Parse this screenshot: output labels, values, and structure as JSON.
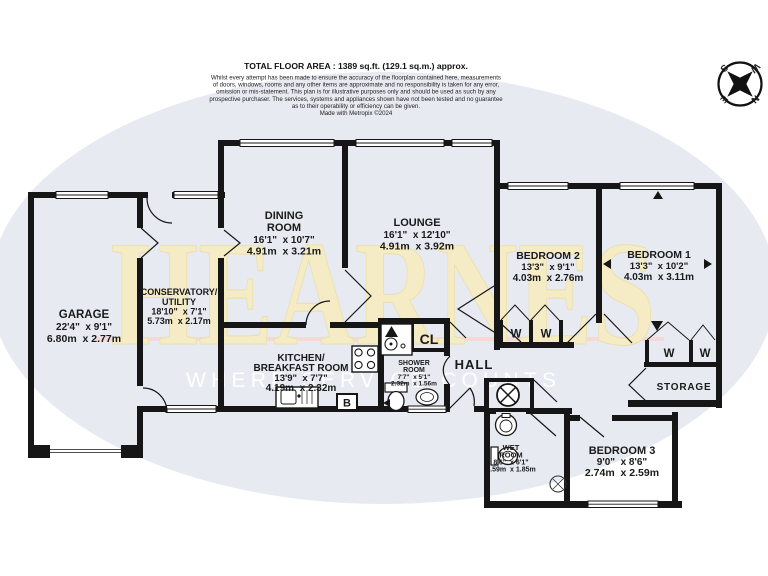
{
  "header": {
    "total_area": "TOTAL FLOOR AREA : 1389 sq.ft. (129.1 sq.m.) approx.",
    "disclaimer": [
      "Whilst every attempt has been made to ensure the accuracy of the floorplan contained here, measurements",
      "of doors, windows, rooms and any other items are approximate and no responsibility is taken for any error,",
      "omission or mis-statement. This plan is for illustrative purposes only and should be used as such by any",
      "prospective purchaser. The services, systems and appliances shown have not been tested and no guarantee",
      "as to their operability or efficiency can be given.",
      "Made with Metropix ©2024"
    ]
  },
  "watermark": {
    "brand": "HEARNES",
    "tagline": "WHERE SERVICE COUNTS"
  },
  "compass": {
    "n": "N",
    "e": "E",
    "s": "S",
    "w": "W"
  },
  "rooms": {
    "garage": {
      "name": "GARAGE",
      "imperial": "22'4\"  x 9'1\"",
      "metric": "6.80m  x 2.77m"
    },
    "conservatory_utility": {
      "name1": "CONSERVATORY/",
      "name2": "UTILITY",
      "imperial": "18'10\"  x 7'1\"",
      "metric": "5.73m  x 2.17m"
    },
    "dining_room": {
      "name1": "DINING",
      "name2": "ROOM",
      "imperial": "16'1\"  x 10'7\"",
      "metric": "4.91m  x 3.21m"
    },
    "lounge": {
      "name": "LOUNGE",
      "imperial": "16'1\"  x 12'10\"",
      "metric": "4.91m  x 3.92m"
    },
    "bedroom2": {
      "name": "BEDROOM 2",
      "imperial": "13'3\"  x 9'1\"",
      "metric": "4.03m  x 2.76m"
    },
    "bedroom1": {
      "name": "BEDROOM 1",
      "imperial": "13'3\"  x 10'2\"",
      "metric": "4.03m  x 3.11m"
    },
    "kitchen": {
      "name1": "KITCHEN/",
      "name2": "BREAKFAST ROOM",
      "imperial": "13'9\"  x 7'7\"",
      "metric": "4.19m  x 2.32m"
    },
    "shower_room": {
      "name1": "SHOWER",
      "name2": "ROOM",
      "imperial": "7'7\"  x 5'1\"",
      "metric": "2.32m  x 1.56m"
    },
    "hall": {
      "name": "HALL"
    },
    "closet": {
      "label": "CL"
    },
    "storage": {
      "label": "STORAGE"
    },
    "wet_room": {
      "name1": "WET",
      "name2": "ROOM",
      "imperial": "8'6\"  x 6'1\"",
      "metric": "2.59m  x 1.85m"
    },
    "bedroom3": {
      "name": "BEDROOM 3",
      "imperial": "9'0\"  x 8'6\"",
      "metric": "2.74m  x 2.59m"
    },
    "wardrobe": "W",
    "boiler": "B"
  },
  "colors": {
    "wall": "#161616",
    "ellipse": "#e8eaf1",
    "brand": "#f5ecc5",
    "tagline": "#ffffff",
    "accent_line": "#f6d9d5"
  }
}
